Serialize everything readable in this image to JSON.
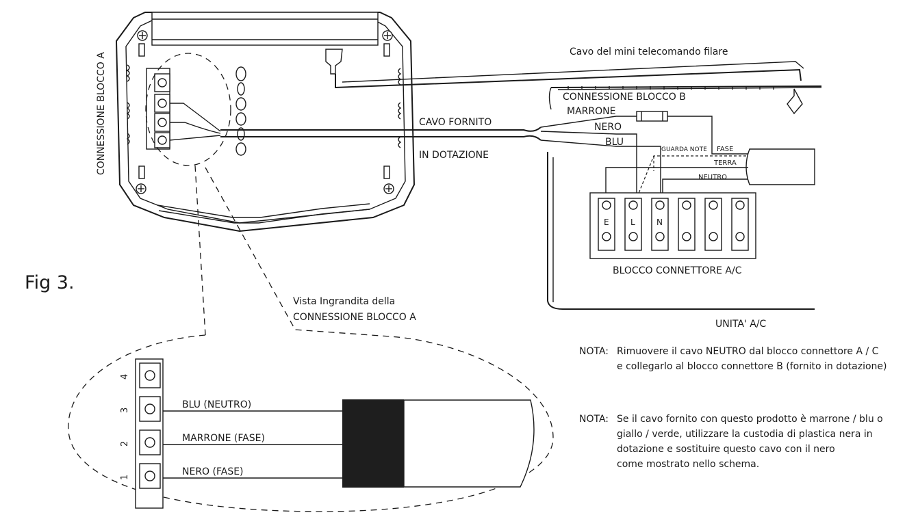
{
  "figure": {
    "label": "Fig 3."
  },
  "controller": {
    "block_label": "CONNESSIONE BLOCCO A"
  },
  "cables": {
    "remote_cable": "Cavo del mini telecomando filare",
    "supplied_line1": "CAVO FORNITO",
    "supplied_line2": "IN DOTAZIONE"
  },
  "block_b": {
    "title": "CONNESSIONE BLOCCO B",
    "wires": [
      "MARRONE",
      "NERO",
      "BLU"
    ]
  },
  "ac_unit": {
    "note_tag": "GUARDA NOTE",
    "lines": [
      "FASE",
      "TERRA",
      "NEUTRO"
    ],
    "terminals": [
      "E",
      "L",
      "N"
    ],
    "block_label": "BLOCCO CONNETTORE A/C",
    "unit_label": "UNITA' A/C"
  },
  "zoom_view": {
    "caption_line1": "Vista Ingrandita della",
    "caption_line2": "CONNESSIONE BLOCCO A",
    "terminal_numbers": [
      "4",
      "3",
      "2",
      "1"
    ],
    "wires": [
      "BLU (NEUTRO)",
      "MARRONE (FASE)",
      "NERO (FASE)"
    ]
  },
  "notes": [
    {
      "prefix": "NOTA:",
      "lines": [
        "Rimuovere il cavo NEUTRO dal blocco connettore A / C",
        "e collegarlo al blocco connettore B (fornito in dotazione)"
      ]
    },
    {
      "prefix": "NOTA:",
      "lines": [
        "Se il cavo fornito con questo prodotto è marrone / blu o",
        "giallo / verde, utilizzare la custodia di plastica nera in",
        "dotazione e sostituire questo cavo con il nero",
        "come mostrato nello schema."
      ]
    }
  ]
}
